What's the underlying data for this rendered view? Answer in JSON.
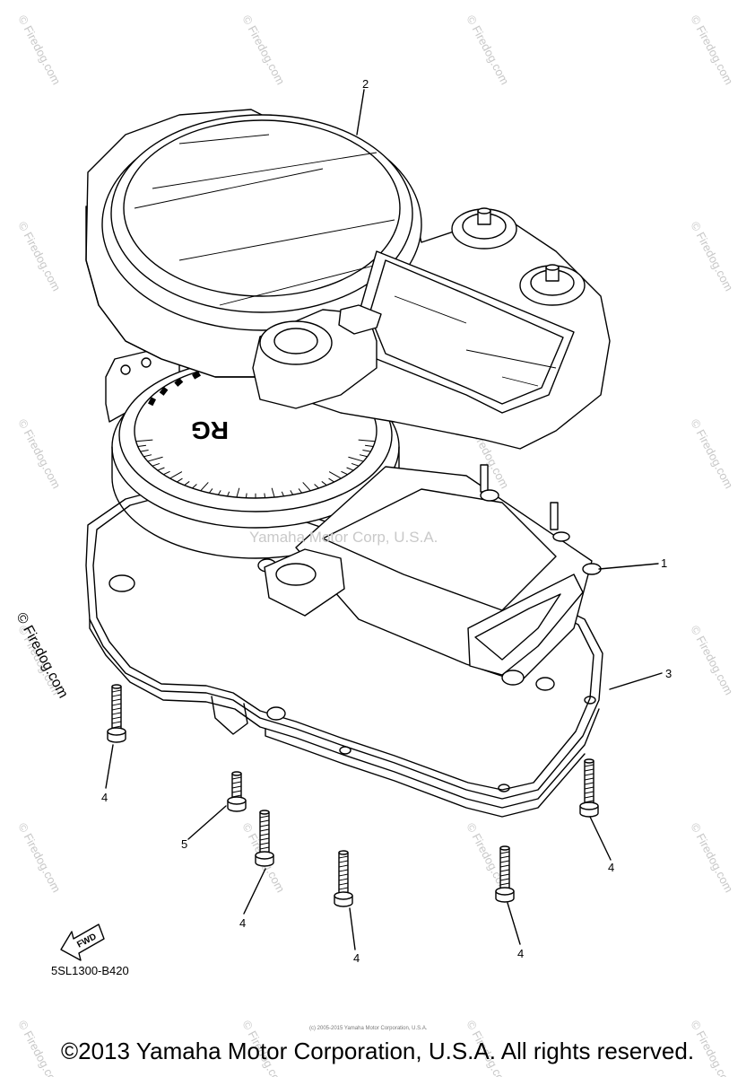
{
  "diagram": {
    "part_callouts": [
      "1",
      "2",
      "3",
      "4",
      "4",
      "4",
      "4",
      "4",
      "5"
    ],
    "diagram_code": "5SL1300-B420",
    "fwd_label": "FWD",
    "gauge_label": "RG",
    "center_watermark": "Yamaha Motor Corp, U.S.A.",
    "side_watermark": "© Firedog.com",
    "tile_watermark": "© Firedog.com",
    "fine_print": "(c) 2005-2015 Yamaha Motor Corporation, U.S.A."
  },
  "footer": {
    "copyright": "©2013 Yamaha Motor Corporation, U.S.A. All rights reserved."
  }
}
